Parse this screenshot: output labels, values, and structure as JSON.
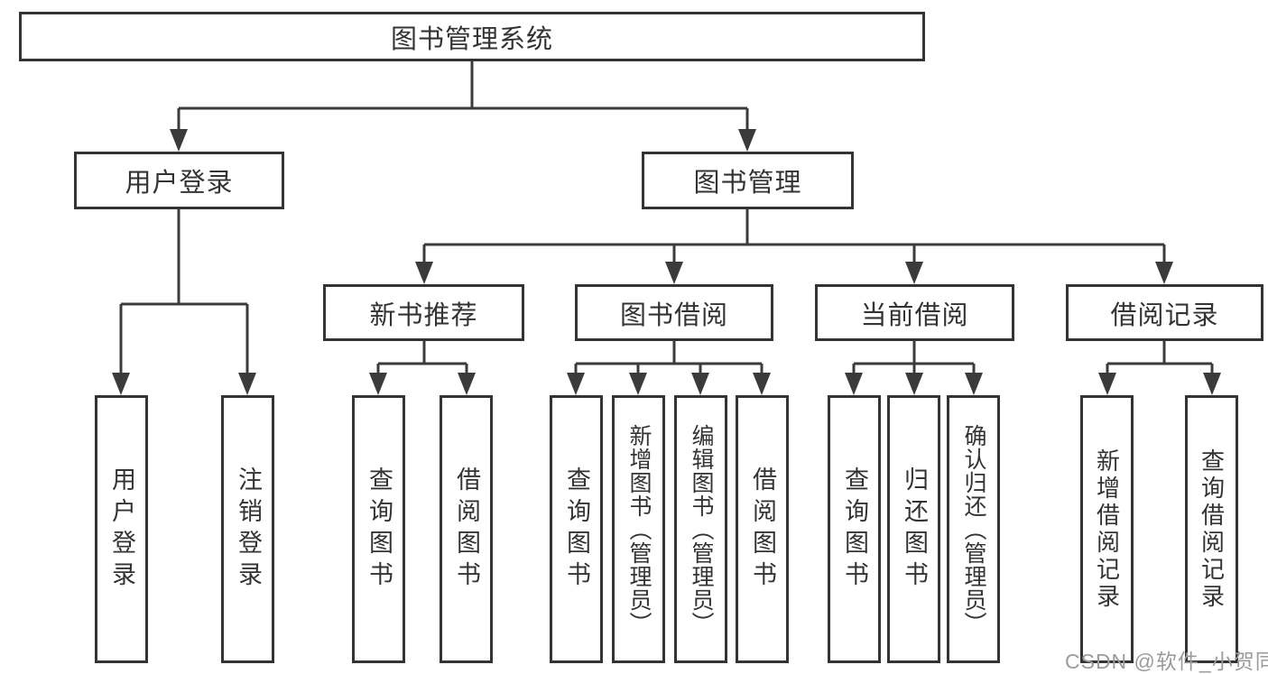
{
  "diagram": {
    "root": {
      "label": "图书管理系统",
      "children": [
        {
          "label": "用户登录",
          "children": [
            {
              "label": "用户登录"
            },
            {
              "label": "注销登录"
            }
          ]
        },
        {
          "label": "图书管理",
          "children": [
            {
              "label": "新书推荐",
              "children": [
                {
                  "label": "查询图书"
                },
                {
                  "label": "借阅图书"
                }
              ]
            },
            {
              "label": "图书借阅",
              "children": [
                {
                  "label": "查询图书"
                },
                {
                  "label": "新增图书（管理员）"
                },
                {
                  "label": "编辑图书（管理员）"
                },
                {
                  "label": "借阅图书"
                }
              ]
            },
            {
              "label": "当前借阅",
              "children": [
                {
                  "label": "查询图书"
                },
                {
                  "label": "归还图书"
                },
                {
                  "label": "确认归还（管理员）"
                }
              ]
            },
            {
              "label": "借阅记录",
              "children": [
                {
                  "label": "新增借阅记录"
                },
                {
                  "label": "查询借阅记录"
                }
              ]
            }
          ]
        }
      ]
    }
  },
  "watermark": "CSDN @软件_小贺同学",
  "colors": {
    "line": "#3b3b3b",
    "text": "#333333",
    "watermark": "#9b9b9b",
    "background": "#ffffff"
  }
}
